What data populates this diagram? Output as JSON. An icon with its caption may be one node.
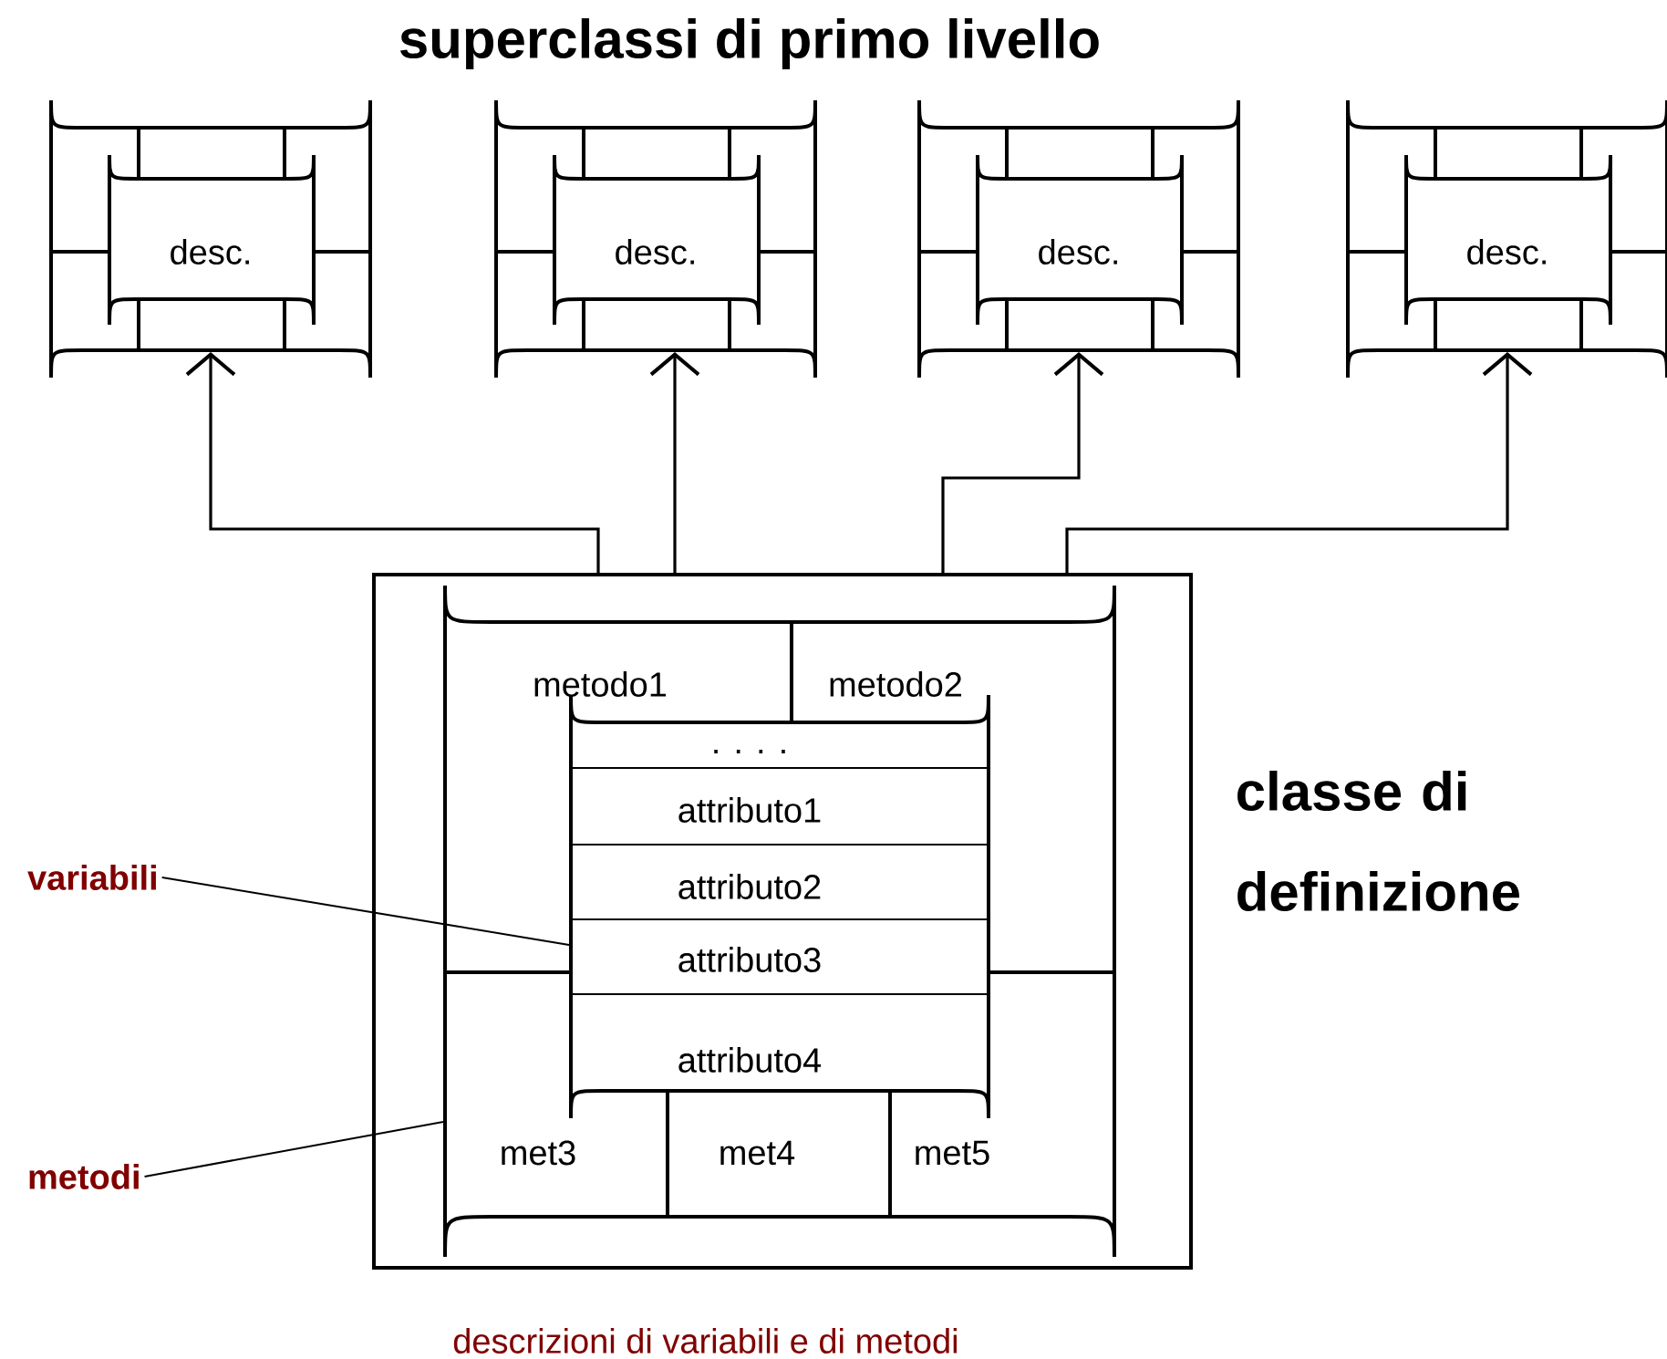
{
  "diagram": {
    "title": "superclassi di primo livello",
    "nodes": [
      {
        "text": [
          "desc."
        ]
      },
      {
        "text": [
          "desc."
        ]
      },
      {
        "text": [
          "desc."
        ]
      },
      {
        "text": [
          "desc."
        ]
      },
      {
        "text": [
          "classe di definizione"
        ]
      },
      {
        "text": [],
        "shape": "box",
        "in": 4
      },
      {
        "text": [
          "metodo1"
        ],
        "in": 5
      },
      {
        "text": [
          "metodo2"
        ],
        "in": 5
      },
      {
        "text": [
          ". . . .",
          "attributo1",
          "attributo2",
          "attributo3",
          "attributo4"
        ],
        "in": 5
      },
      {
        "text": [
          "met3"
        ],
        "in": 5
      },
      {
        "text": [
          "met4"
        ],
        "in": 5
      },
      {
        "text": [
          "met5"
        ],
        "in": 5
      },
      {
        "text": [
          "variabili"
        ]
      },
      {
        "text": [
          "metodi"
        ]
      }
    ],
    "edges": [
      {
        "from": 4,
        "to": 0,
        "arrow": "to"
      },
      {
        "from": 4,
        "to": 1,
        "arrow": "to"
      },
      {
        "from": 4,
        "to": 2,
        "arrow": "to"
      },
      {
        "from": 4,
        "to": 3,
        "arrow": "to"
      },
      {
        "from": 12,
        "to": 8,
        "arrow": "none"
      },
      {
        "from": 13,
        "to": 5,
        "arrow": "none"
      }
    ],
    "caption": "descrizioni di variabili e di metodi"
  }
}
